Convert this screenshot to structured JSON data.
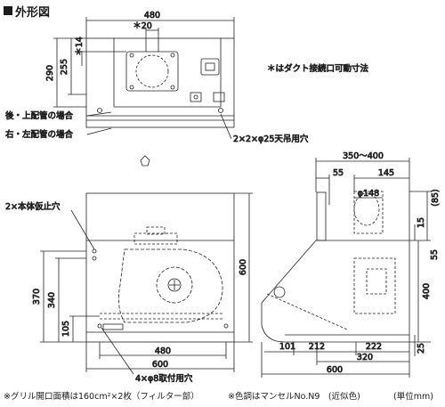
{
  "title": "外形図",
  "note_duct": "＊はダクト接続口可動寸法",
  "labels": {
    "rear_top": "後・上配管の場合",
    "right_left": "右・左配管の場合",
    "hang_holes": "2×2×φ25天吊用穴",
    "temp_stop": "2×本体仮止穴",
    "mount_holes": "4×φ8取付用穴"
  },
  "dims": {
    "d480_top": "480",
    "d20": "＊20",
    "d14": "＊14",
    "d290": "290",
    "d255": "255",
    "d600_right": "600",
    "d370": "370",
    "d340": "340",
    "d105": "105",
    "d480_bottom": "480",
    "d600_bottom": "600",
    "d350_400": "350〜400",
    "d55_top": "55",
    "d145": "145",
    "d148": "φ148",
    "d85": "(85)",
    "d15": "15",
    "d55_side": "55",
    "d400": "400",
    "d101": "101",
    "d212": "212",
    "d222": "222",
    "d25": "25",
    "d320": "320",
    "d600_side": "600"
  },
  "footer": {
    "grille": "※グリル開口面積は160cm²×2枚（フィルター部）",
    "color": "※色調はマンセルNo.N9　(近似色)",
    "unit": "(単位mm)"
  }
}
